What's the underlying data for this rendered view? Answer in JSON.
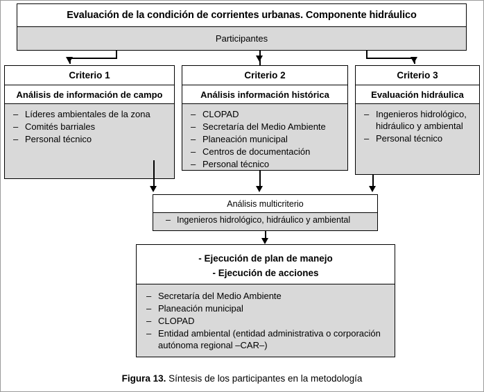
{
  "figure": {
    "caption_label": "Figura 13.",
    "caption_text": " Síntesis de los participantes en la metodología"
  },
  "title_block": {
    "title": "Evaluación de la condición de corrientes urbanas. Componente hidráulico",
    "subtitle": "Participantes"
  },
  "criteria": [
    {
      "name": "Criterio 1",
      "subtitle": "Análisis de información de campo",
      "items": [
        "Líderes ambientales de la zona",
        "Comités barriales",
        "Personal técnico"
      ]
    },
    {
      "name": "Criterio 2",
      "subtitle": "Análisis información histórica",
      "items": [
        "CLOPAD",
        "Secretaría del Medio Ambiente",
        "Planeación municipal",
        "Centros de documentación",
        "Personal técnico"
      ]
    },
    {
      "name": "Criterio 3",
      "subtitle": "Evaluación hidráulica",
      "items": [
        "Ingenieros hidrológico, hidráulico y ambiental",
        "Personal técnico"
      ]
    }
  ],
  "multicriteria": {
    "title": "Análisis multicriterio",
    "items": [
      "Ingenieros hidrológico, hidráulico y ambiental"
    ]
  },
  "execution": {
    "heading_line_1": "- Ejecución de plan de manejo",
    "heading_line_2": "- Ejecución de acciones",
    "items": [
      "Secretaría del Medio Ambiente",
      "Planeación municipal",
      "CLOPAD",
      "Entidad ambiental (entidad administrativa  o corporación autónoma regional –CAR–)"
    ]
  },
  "colors": {
    "box_fill": "#d9d9d9",
    "box_border": "#000000",
    "page_background": "#ffffff"
  }
}
